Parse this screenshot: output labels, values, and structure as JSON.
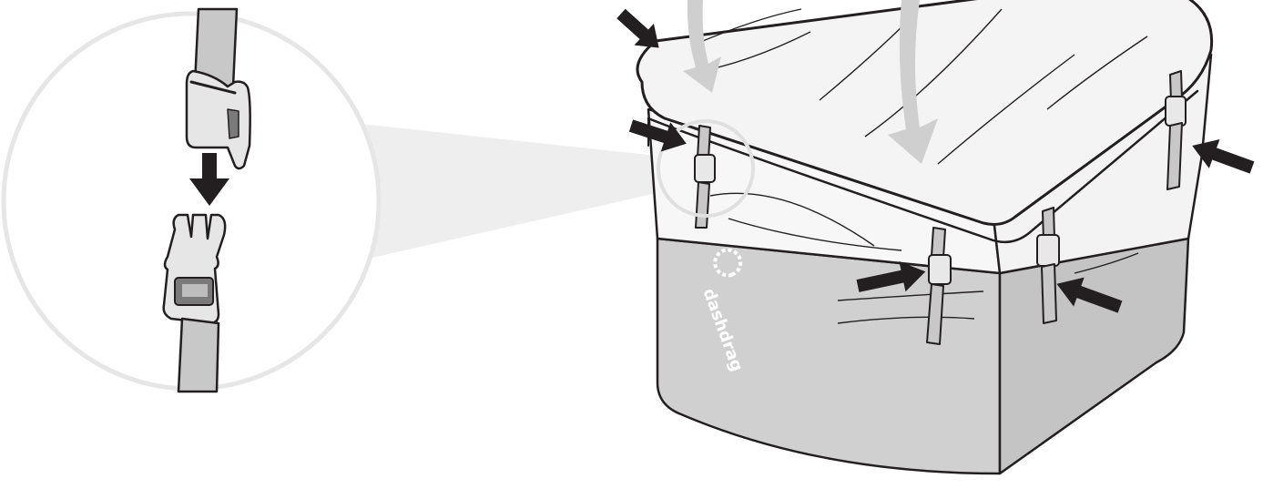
{
  "diagram": {
    "brand_text": "dashdrag",
    "colors": {
      "ink": "#231f20",
      "strap": "#c8c8c8",
      "lid": "#f2f2f2",
      "bottom": "#d0d0d0",
      "magnifier": "#e6e6e6",
      "hint_arrow": "#cfcfcf"
    },
    "instruction": "clip-buckles-together",
    "buckle_count": 5,
    "black_arrow_count": 6,
    "gray_arrow_count": 2
  }
}
